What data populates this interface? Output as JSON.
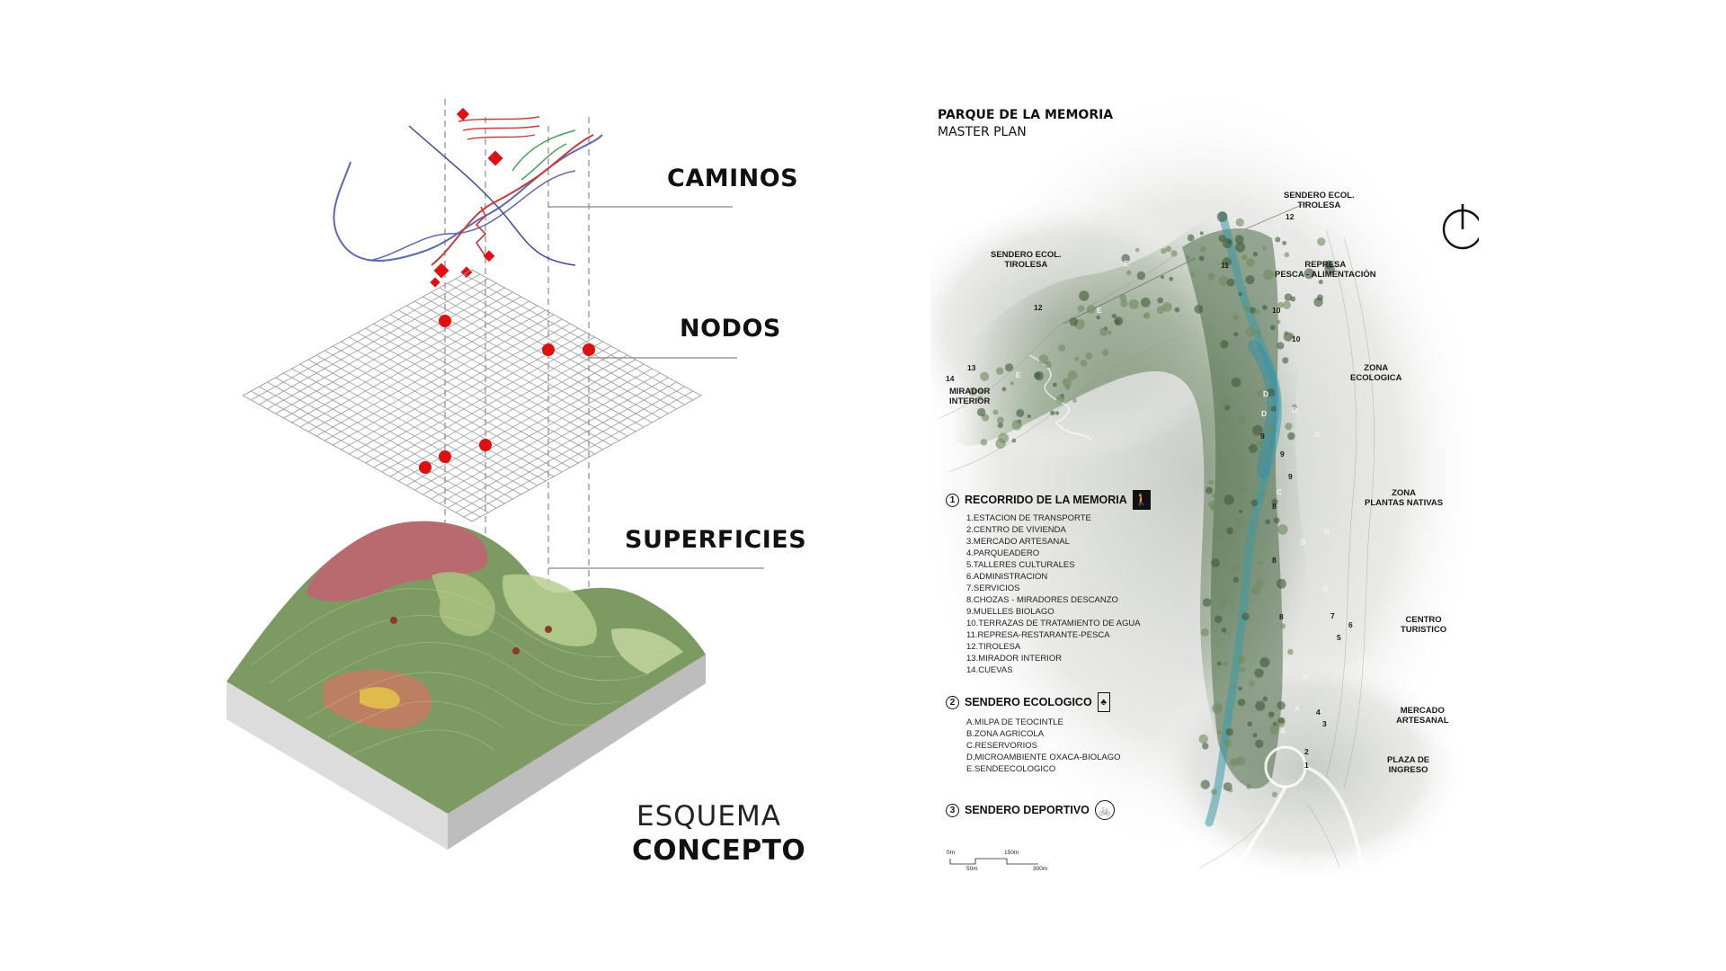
{
  "concept": {
    "labels": {
      "caminos": "CAMINOS",
      "nodos": "NODOS",
      "superficies": "SUPERFICIES"
    },
    "title_line1": "ESQUEMA",
    "title_line2": "CONCEPTO",
    "colors": {
      "accent": "#e01010",
      "terrain_green": "#7d9a62",
      "terrain_red": "#b86a6e"
    }
  },
  "masterplan": {
    "title": "PARQUE DE LA MEMORIA",
    "subtitle": "MASTER PLAN",
    "zones": {
      "sendero_tirolesa_right": "SENDERO ECOL.\nTIROLESA",
      "sendero_tirolesa_left": "SENDERO ECOL.\nTIROLESA",
      "represa": "REPRESA\nPESCA - ALIMENTACIÒN",
      "zona_ecologica": "ZONA\nECOLOGICA",
      "mirador_interior": "MIRADOR\nINTERIOR",
      "zona_plantas": "ZONA\nPLANTAS NATIVAS",
      "centro_turistico": "CENTRO\nTURISTICO",
      "mercado": "MERCADO\nARTESANAL",
      "plaza": "PLAZA DE\nINGRESO"
    },
    "map_numbers": [
      "14",
      "13",
      "12",
      "12",
      "11",
      "10",
      "10",
      "9",
      "9",
      "9",
      "8",
      "8",
      "8",
      "7",
      "6",
      "5",
      "4",
      "3",
      "2",
      "1"
    ],
    "map_letters": [
      "E",
      "E",
      "E",
      "E",
      "D",
      "D",
      "D",
      "D",
      "C",
      "B",
      "B",
      "B",
      "B",
      "A",
      "A",
      "A"
    ],
    "legend": {
      "route1": {
        "number": "1",
        "title": "RECORRIDO DE LA MEMORIA",
        "items": [
          "1.ESTACION DE TRANSPORTE",
          "2.CENTRO DE VIVIENDA",
          "3.MERCADO ARTESANAL",
          "4.PARQUEADERO",
          "5.TALLERES CULTURALES",
          "6.ADMINISTRACION",
          "7.SERVICIOS",
          "8.CHOZAS - MIRADORES DESCANZO",
          "9.MUELLES BIOLAGO",
          "10.TERRAZAS DE TRATAMIENTO DE AGUA",
          "11.REPRESA-RESTARANTE-PESCA",
          "12.TIROLESA",
          "13.MIRADOR INTERIOR",
          "14.CUEVAS"
        ]
      },
      "route2": {
        "number": "2",
        "title": "SENDERO ECOLOGICO",
        "items": [
          "A.MILPA DE TEOCINTLE",
          "B.ZONA AGRICOLA",
          "C.RESERVORIOS",
          "D,MICROAMBIENTE OXACA-BIOLAGO",
          "E.SENDEECOLOGICO"
        ]
      },
      "route3": {
        "number": "3",
        "title": "SENDERO DEPORTIVO"
      }
    },
    "scale": {
      "labels": [
        "0m",
        "150m",
        "50m",
        "300m"
      ]
    },
    "icons": {
      "person": "walking-person-icon",
      "tree": "tree-icon",
      "bike": "bicycle-icon",
      "north": "north-arrow-icon"
    }
  }
}
